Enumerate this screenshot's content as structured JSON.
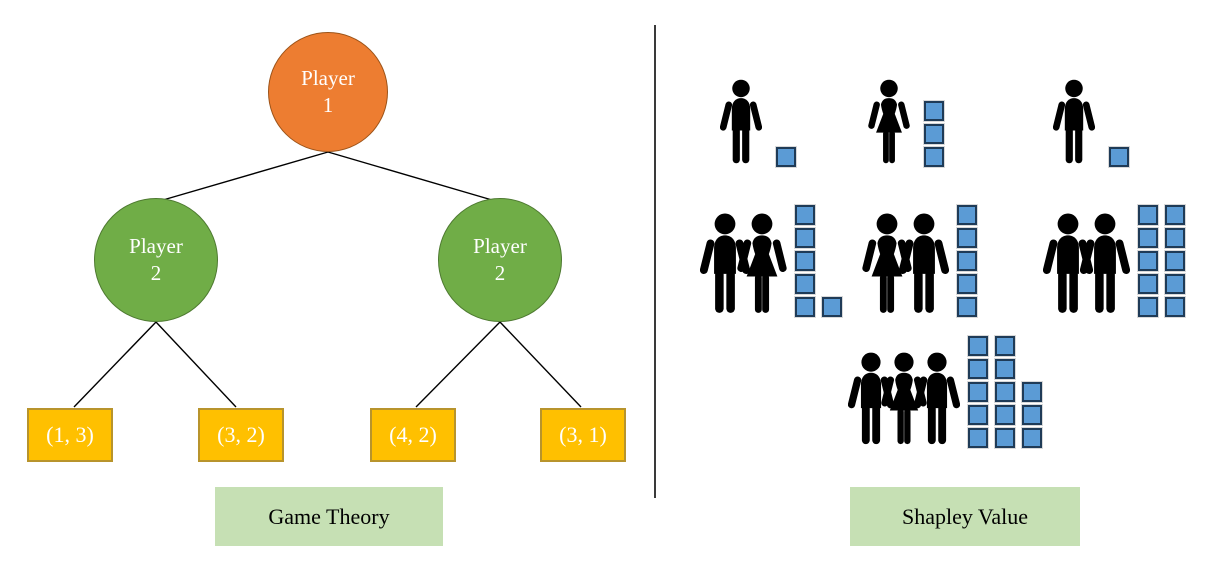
{
  "diagram": {
    "left": {
      "label": "Game Theory",
      "root_node": {
        "line1": "Player",
        "line2": "1"
      },
      "child_nodes": [
        {
          "line1": "Player",
          "line2": "2"
        },
        {
          "line1": "Player",
          "line2": "2"
        }
      ],
      "payoffs": [
        "(1, 3)",
        "(3, 2)",
        "(4, 2)",
        "(3, 1)"
      ]
    },
    "right": {
      "label": "Shapley Value",
      "groups": [
        {
          "people": [
            "man"
          ],
          "square_columns": [
            1
          ],
          "total_squares": 1
        },
        {
          "people": [
            "woman"
          ],
          "square_columns": [
            3
          ],
          "total_squares": 3
        },
        {
          "people": [
            "man"
          ],
          "square_columns": [
            1
          ],
          "total_squares": 1
        },
        {
          "people": [
            "man",
            "woman"
          ],
          "square_columns": [
            5,
            1
          ],
          "total_squares": 6
        },
        {
          "people": [
            "woman",
            "man"
          ],
          "square_columns": [
            5
          ],
          "total_squares": 5
        },
        {
          "people": [
            "man",
            "man"
          ],
          "square_columns": [
            5,
            5
          ],
          "total_squares": 10
        },
        {
          "people": [
            "man",
            "woman",
            "man"
          ],
          "square_columns": [
            5,
            5,
            3
          ],
          "total_squares": 13
        }
      ]
    },
    "colors": {
      "root-node": "#ed7d31",
      "root-node-border": "#9c5318",
      "child-node": "#70ad47",
      "child-node-border": "#4e7a31",
      "payoff-box": "#ffc000",
      "payoff-box-border": "#b8942c",
      "label-box": "#c6e0b4",
      "square": "#5b9bd5",
      "square-border": "#1f3b57",
      "person": "#000000"
    }
  }
}
